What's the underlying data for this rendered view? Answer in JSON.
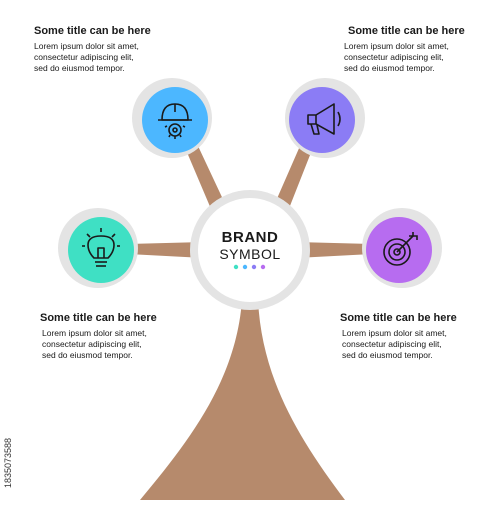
{
  "center": {
    "brand": "BRAND",
    "symbol": "SYMBOL"
  },
  "dot_colors": [
    "#3fe0c4",
    "#4cb7ff",
    "#8b7cf5",
    "#b76cf0"
  ],
  "tree_color": "#b68a6c",
  "nodes": [
    {
      "id": "top-left",
      "icon": "helmet-gear-icon",
      "color": "#4cb7ff",
      "title": "Some title can be here",
      "body": "Lorem ipsum dolor sit amet,\nconsectetur adipiscing elit,\nsed do eiusmod tempor."
    },
    {
      "id": "top-right",
      "icon": "megaphone-icon",
      "color": "#8b7cf5",
      "title": "Some title can be here",
      "body": "Lorem ipsum dolor sit amet,\nconsectetur adipiscing elit,\nsed do eiusmod tempor."
    },
    {
      "id": "mid-left",
      "icon": "lightbulb-icon",
      "color": "#3fe0c4",
      "title": "Some title can be here",
      "body": "Lorem ipsum dolor sit amet,\nconsectetur adipiscing elit,\nsed do eiusmod tempor."
    },
    {
      "id": "mid-right",
      "icon": "target-icon",
      "color": "#b76cf0",
      "title": "Some title can be here",
      "body": "Lorem ipsum dolor sit amet,\nconsectetur adipiscing elit,\nsed do eiusmod tempor."
    }
  ],
  "stock_id": "1835073588"
}
